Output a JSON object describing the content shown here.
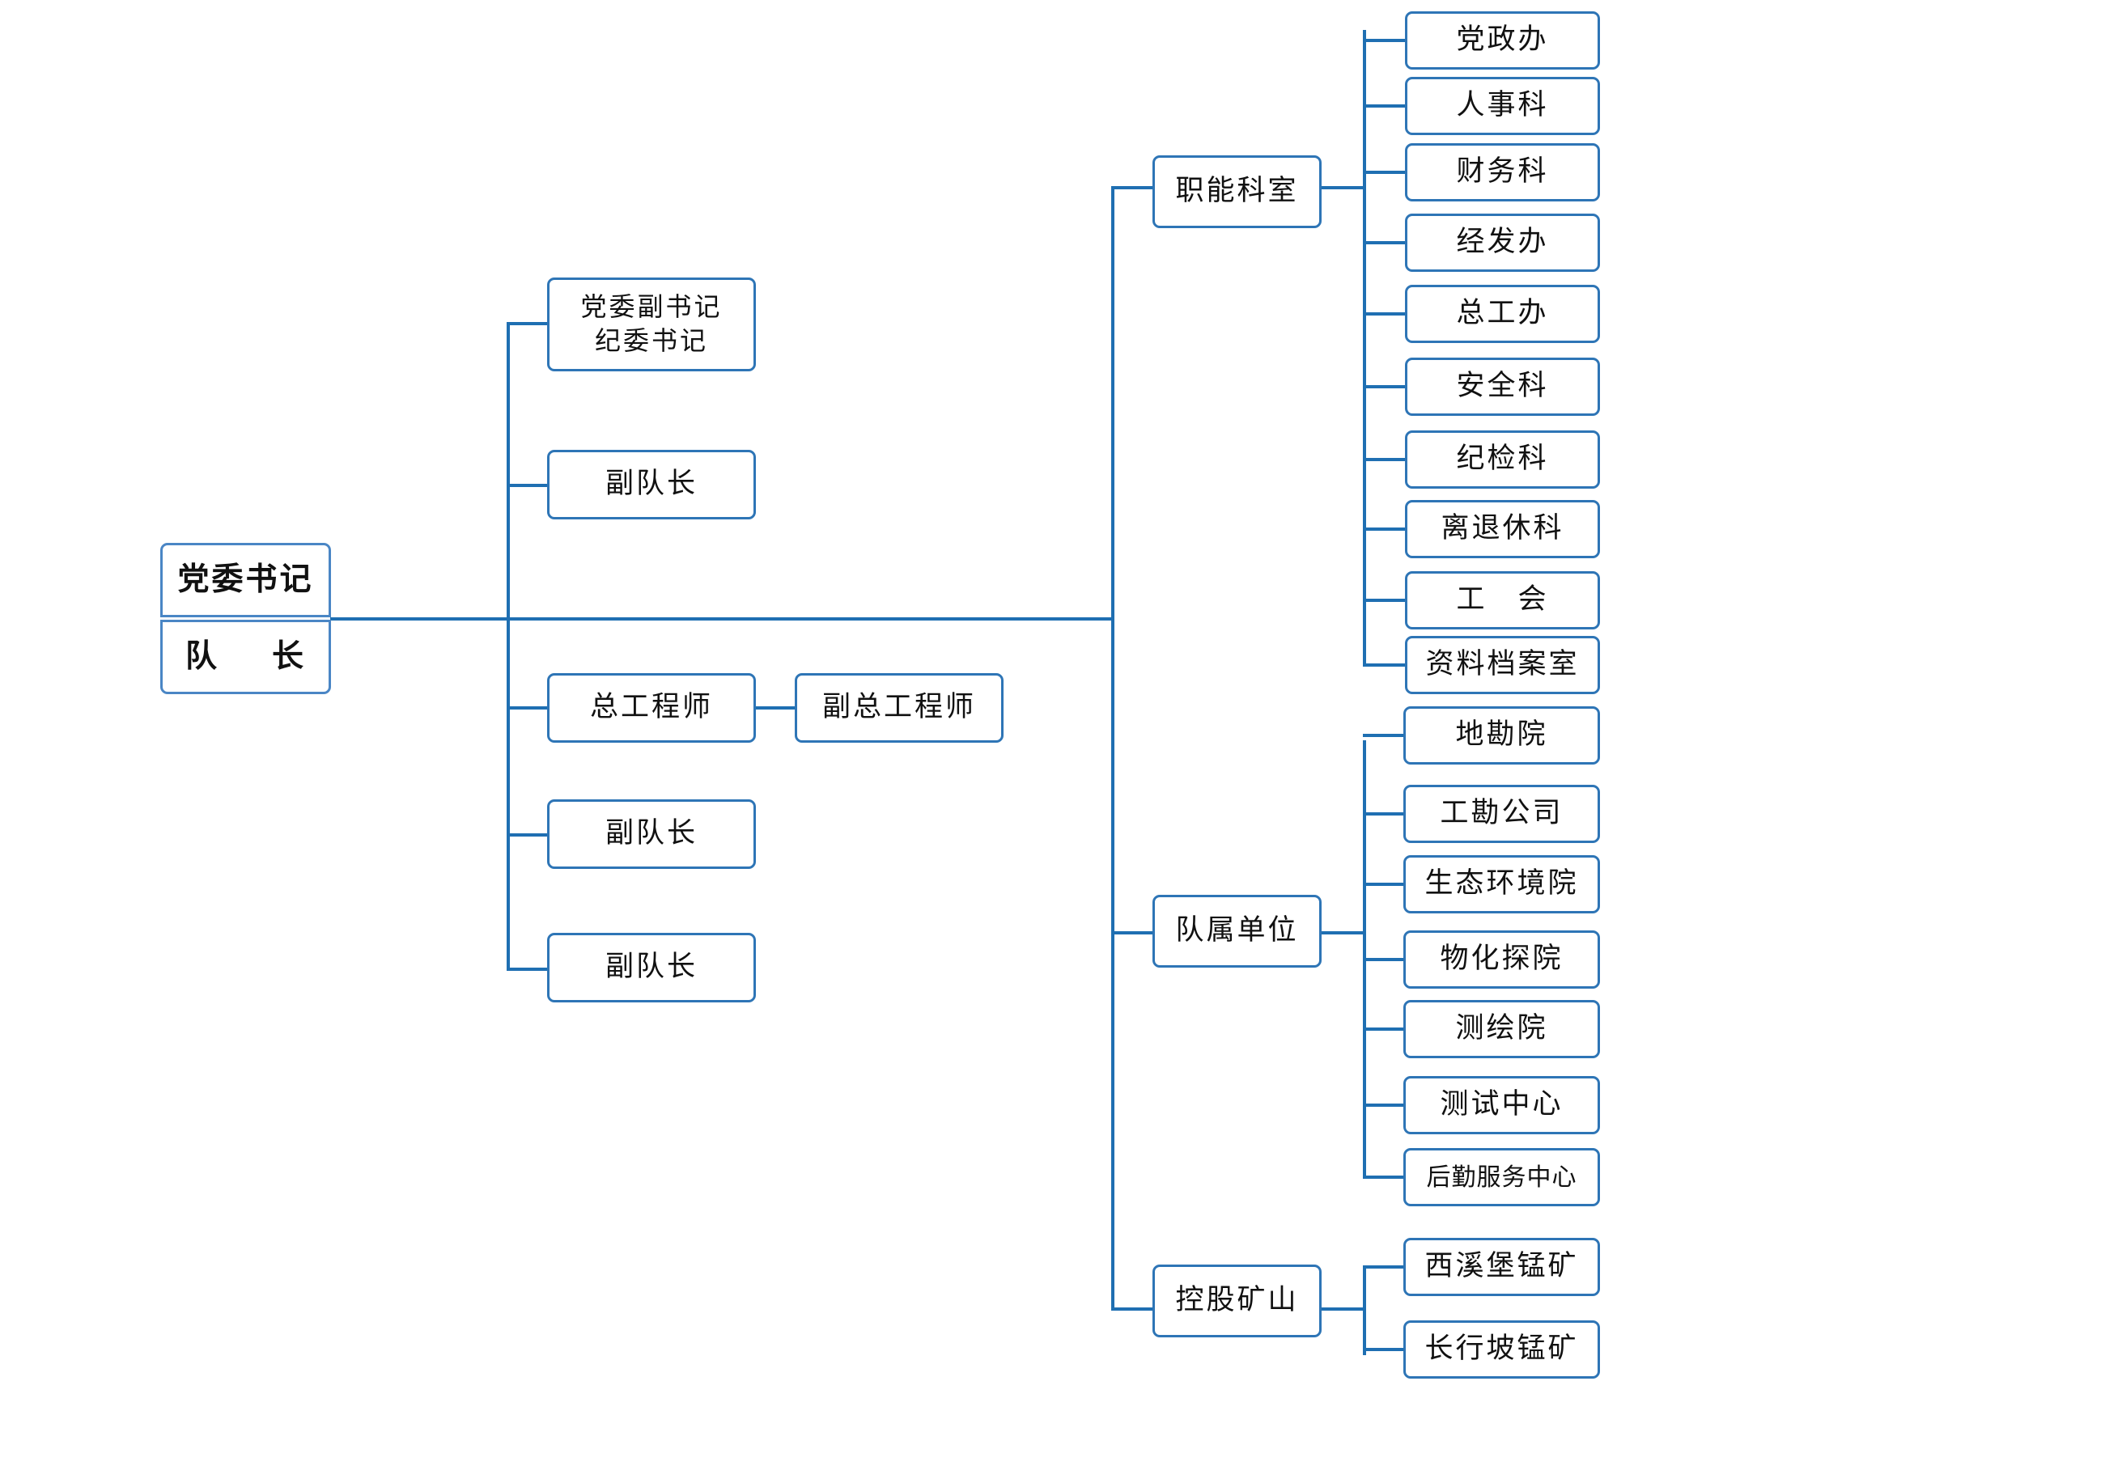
{
  "root": {
    "line1": "党委书记",
    "line2_left": "队",
    "line2_right": "长"
  },
  "deputies": {
    "deputy_secretary": {
      "line1": "党委副书记",
      "line2": "纪委书记"
    },
    "vice_captain_1": "副队长",
    "chief_engineer": "总工程师",
    "deputy_chief_engineer": "副总工程师",
    "vice_captain_2": "副队长",
    "vice_captain_3": "副队长"
  },
  "groups": {
    "functional": {
      "label": "职能科室",
      "items": [
        "党政办",
        "人事科",
        "财务科",
        "经发办",
        "总工办",
        "安全科",
        "纪检科",
        "离退休科",
        "工　会",
        "资料档案室"
      ]
    },
    "units": {
      "label": "队属单位",
      "items": [
        "地勘院",
        "工勘公司",
        "生态环境院",
        "物化探院",
        "测绘院",
        "测试中心",
        "后勤服务中心"
      ]
    },
    "mines": {
      "label": "控股矿山",
      "items": [
        "西溪堡锰矿",
        "长行坡锰矿"
      ]
    }
  },
  "colors": {
    "line": "#1f6fb2",
    "border": "#2e75b6",
    "root_border": "#4a86c5"
  }
}
